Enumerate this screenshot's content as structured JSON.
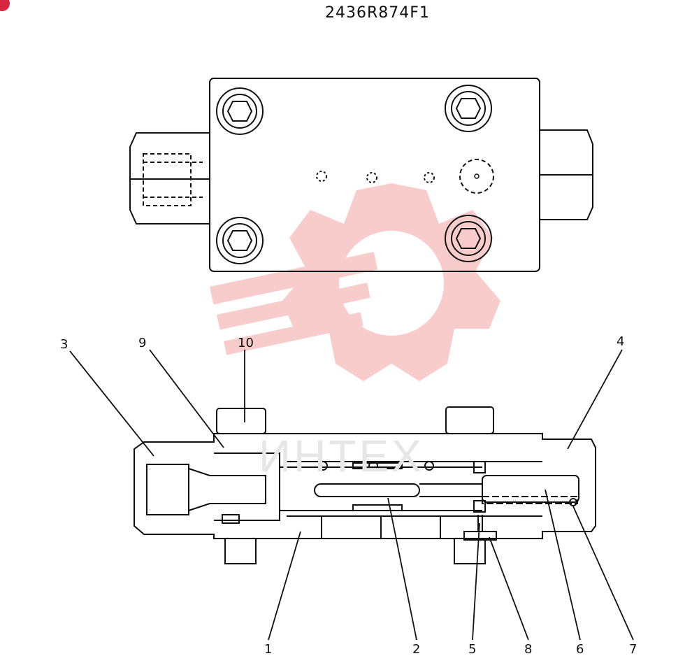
{
  "drawing": {
    "part_number": "2436R874F1",
    "watermark": "ИНТЕХ"
  },
  "colors": {
    "line": "#111111",
    "watermark": "#f5b3b3",
    "accent": "#d7263d"
  },
  "callouts": [
    "1",
    "2",
    "3",
    "4",
    "5",
    "6",
    "7",
    "8",
    "9",
    "10"
  ]
}
